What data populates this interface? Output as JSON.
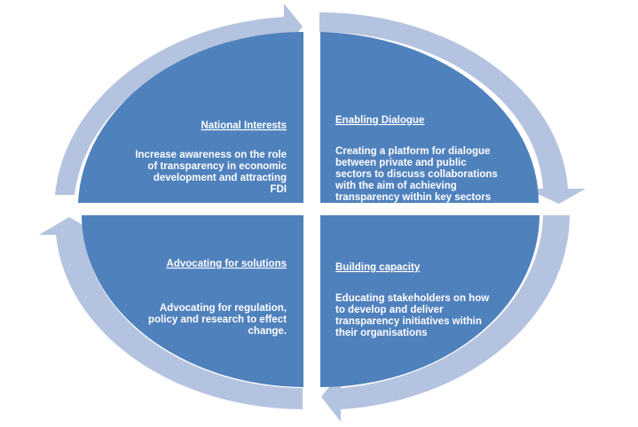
{
  "colors": {
    "quadrant_fill": "#4F81BD",
    "arrow_fill": "#B4C3DF",
    "text": "#FFFFFF",
    "background": "#FFFFFF"
  },
  "quadrants": {
    "top_left": {
      "title": "National Interests",
      "lines": [
        "Increase awareness on the role",
        "of transparency in economic",
        "development and attracting",
        "FDI"
      ]
    },
    "top_right": {
      "title": "Enabling Dialogue",
      "lines": [
        "Creating a platform for dialogue",
        "between private and public",
        "sectors to discuss collaborations",
        "with the aim of achieving",
        "transparency within key sectors"
      ]
    },
    "bottom_left": {
      "title": "Advocating  for solutions",
      "lines": [
        "Advocating  for regulation,",
        "policy and research to effect",
        "change."
      ]
    },
    "bottom_right": {
      "title": "Building capacity",
      "lines": [
        "Educating stakeholders on how",
        "to develop and deliver",
        "transparency initiatives within",
        "their organisations"
      ]
    }
  }
}
